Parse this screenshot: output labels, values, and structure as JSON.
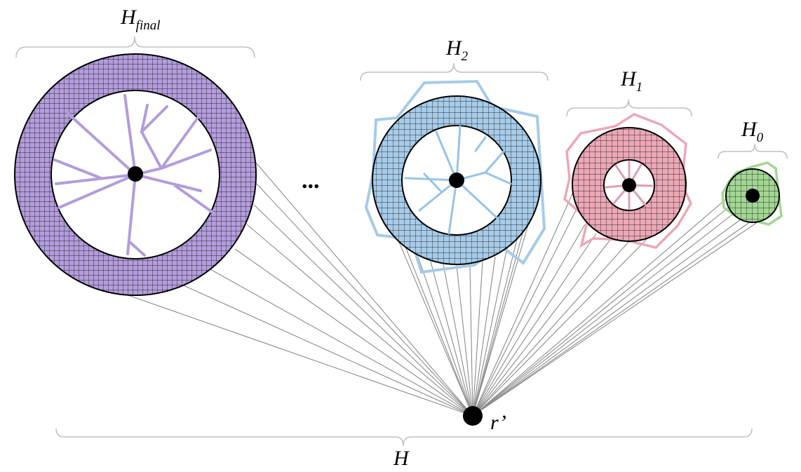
{
  "groups": {
    "final": {
      "symbol": "H",
      "subscript": "final",
      "color": "#b39ddb"
    },
    "h2": {
      "symbol": "H",
      "subscript": "2",
      "color": "#a7cbe8"
    },
    "h1": {
      "symbol": "H",
      "subscript": "1",
      "color": "#eba8b6"
    },
    "h0": {
      "symbol": "H",
      "subscript": "0",
      "color": "#a3d694"
    }
  },
  "branch_colors": {
    "final": "#b39ddb",
    "h2": "#97c4e6",
    "h1": "#df9fb2",
    "h0": "#8fd07f"
  },
  "ellipsis": "...",
  "origin": {
    "label": "r’"
  },
  "total": {
    "label": "H"
  },
  "colors": {
    "brace": "#bfbfbf",
    "connector": "#8c8c8c",
    "outline": "#000000"
  }
}
